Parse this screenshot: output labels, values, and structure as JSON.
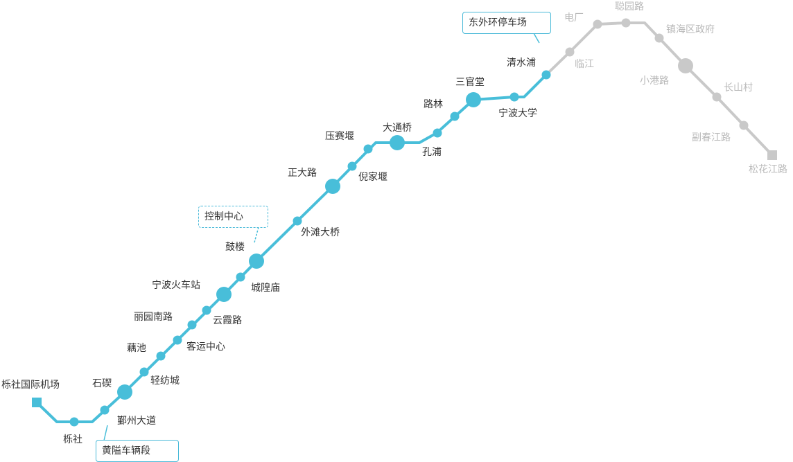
{
  "map": {
    "colors": {
      "operating": "#48BED9",
      "planned": "#C9C9C9"
    },
    "stations": {
      "s1": "栎社国际机场",
      "s2": "栎社",
      "s3": "鄞州大道",
      "s4": "石碶",
      "s5": "轻纺城",
      "s6": "藕池",
      "s7": "客运中心",
      "s8": "丽园南路",
      "s9": "云霞路",
      "s10": "宁波火车站",
      "s11": "城隍庙",
      "s12": "鼓楼",
      "s13": "外滩大桥",
      "s14": "正大路",
      "s15": "倪家堰",
      "s16": "压赛堰",
      "s17": "大通桥",
      "s18": "孔浦",
      "s19": "路林",
      "s20": "三官堂",
      "s21": "宁波大学",
      "s22": "清水浦",
      "s23": "临江",
      "s24": "电厂",
      "s25": "聪园路",
      "s26": "镇海区政府",
      "s27": "小港路",
      "s28": "长山村",
      "s29": "副春江路",
      "s30": "松花江路"
    },
    "facilities": {
      "depot_north": "东外环停车场",
      "control_center": "控制中心",
      "depot_south": "黄隘车辆段"
    }
  }
}
